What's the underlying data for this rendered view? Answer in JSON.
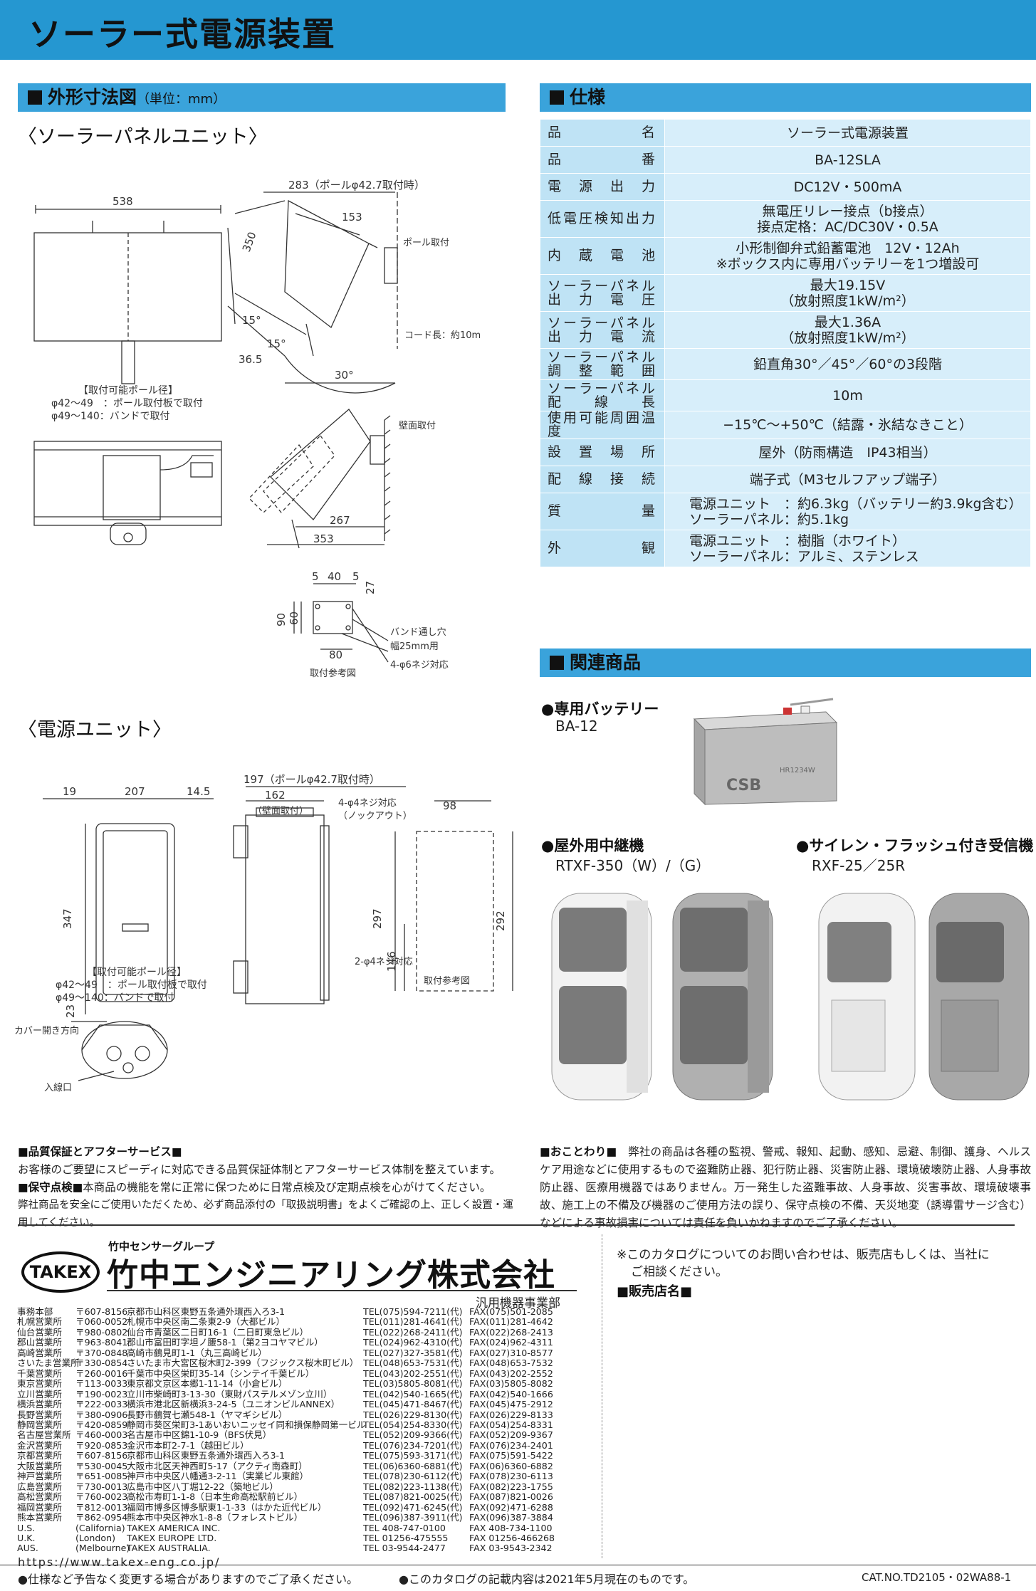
{
  "title": "ソーラー式電源装置",
  "dimensions_section": {
    "heading": "外形寸法図",
    "unit": "（単位：mm）",
    "solar_panel_heading": "〈ソーラーパネルユニット〉",
    "power_unit_heading": "〈電源ユニット〉",
    "solar_labels": {
      "w538": "538",
      "d283": "283（ポールφ42.7取付時）",
      "d153": "153",
      "d350": "350",
      "d15a": "15°",
      "d15b": "15°",
      "d365": "36.5",
      "d30": "30°",
      "pole_mount": "ポール取付",
      "cord": "コード長：約10m",
      "wall_mount": "壁面取付",
      "d267": "267",
      "d353": "353",
      "pole_heading": "【取付可能ポール径】",
      "pole_line1": "φ42～49　：ポール取付板で取付",
      "pole_line2": "φ49～140：バンドで取付",
      "b5a": "5",
      "b40": "40",
      "b5b": "5",
      "b27": "27",
      "b90": "90",
      "b60": "60",
      "b80": "80",
      "band_hole": "バンド通し穴",
      "band_width": "幅25mm用",
      "screw4": "4-φ6ネジ対応",
      "ref": "取付参考図"
    },
    "power_labels": {
      "d19": "19",
      "d207": "207",
      "d145": "14.5",
      "d347": "347",
      "d23": "23",
      "d197": "197（ポールφ42.7取付時）",
      "d162": "162",
      "wall": "（壁面取付）",
      "knock1": "4-φ4ネジ対応",
      "knock2": "（ノックアウト）",
      "d98": "98",
      "d297": "297",
      "d146": "146",
      "d292": "292",
      "screw2": "2-φ4ネジ対応",
      "ref": "取付参考図",
      "pole_heading": "【取付可能ポール径】",
      "pole_line1": "φ42～49　：ポール取付板で取付",
      "pole_line2": "φ49～140：バンドで取付",
      "cover": "カバー開き方向",
      "inlet": "入線口"
    }
  },
  "spec_section": {
    "heading": "仕様",
    "rows": [
      {
        "k": "品　　名",
        "v": [
          "ソーラー式電源装置"
        ]
      },
      {
        "k": "品　　番",
        "v": [
          "BA-12SLA"
        ]
      },
      {
        "k": "電源出力",
        "v": [
          "DC12V・500mA"
        ]
      },
      {
        "k": "低電圧検知出力",
        "v": [
          "無電圧リレー接点（b接点）",
          "接点定格：AC/DC30V・0.5A"
        ]
      },
      {
        "k": "内蔵電池",
        "v": [
          "小形制御弁式鉛蓄電池　12V・12Ah",
          "※ボックス内に専用バッテリーを1つ増設可"
        ]
      },
      {
        "k": "ソーラーパネル出力電圧",
        "v": [
          "最大19.15V",
          "（放射照度1kW/m²）"
        ]
      },
      {
        "k": "ソーラーパネル出力電流",
        "v": [
          "最大1.36A",
          "（放射照度1kW/m²）"
        ]
      },
      {
        "k": "ソーラーパネル調整範囲",
        "v": [
          "鉛直角30°／45°／60°の3段階"
        ]
      },
      {
        "k": "ソーラーパネル配線長",
        "v": [
          "10m"
        ]
      },
      {
        "k": "使用可能周囲温度",
        "v": [
          "−15℃～+50℃（結露・氷結なきこと）"
        ]
      },
      {
        "k": "設置場所",
        "v": [
          "屋外（防雨構造　IP43相当）"
        ]
      },
      {
        "k": "配線接続",
        "v": [
          "端子式（M3セルフアップ端子）"
        ]
      },
      {
        "k": "質　　量",
        "v": [
          "電源ユニット　：約6.3kg（バッテリー約3.9kg含む）",
          "ソーラーパネル：約5.1kg"
        ]
      },
      {
        "k": "外　　観",
        "v": [
          "電源ユニット　：樹脂（ホワイト）",
          "ソーラーパネル：アルミ、ステンレス"
        ]
      }
    ]
  },
  "related_section": {
    "heading": "関連商品",
    "battery_name": "●専用バッテリー",
    "battery_model": "BA-12",
    "battery_brand": "CSB",
    "battery_label": "HR1234W",
    "relay_name": "●屋外用中継機",
    "relay_model": "RTXF-350（W）/（G）",
    "siren_name": "●サイレン・フラッシュ付き受信機",
    "siren_model": "RXF-25／25R"
  },
  "notes": {
    "qa_title": "■品質保証とアフターサービス■",
    "qa_text": "お客様のご要望にスピーディに対応できる品質保証体制とアフターサービス体制を整えています。",
    "check_title": "■保守点検■",
    "check_text1": "本商品の機能を常に正常に保つために日常点検及び定期点検を心がけてください。",
    "check_text2": "弊社商品を安全にご使用いただくため、必ず商品添付の「取扱説明書」をよくご確認の上、正しく設置・運用してください。",
    "disclaimer_title": "■おことわり■",
    "disclaimer_text": "弊社の商品は各種の監視、警戒、報知、起動、感知、忌避、制御、護身、ヘルスケア用途などに使用するもので盗難防止器、犯行防止器、災害防止器、環境破壊防止器、人身事故防止器、医療用機器ではありません。万一発生した盗難事故、人身事故、災害事故、環境破壊事故、施工上の不備及び機器のご使用方法の誤り、保守点検の不備、天災地変（誘導雷サージ含む）などによる事故損害については責任を負いかねますのでご了承ください。"
  },
  "company": {
    "group": "竹中センサーグループ",
    "logo": "TAKEX",
    "name": "竹中エンジニアリング株式会社",
    "division": "汎用機器事業部",
    "inquiry_line1": "※このカタログについてのお問い合わせは、販売店もしくは、当社に",
    "inquiry_line2": "ご相談ください。",
    "dealer": "■販売店名■",
    "url": "https://www.takex-eng.co.jp/",
    "branches": [
      [
        "事務本部",
        "〒607-8156",
        "京都市山科区東野五条通外環西入ろ3-1",
        "TEL(075)594-7211(代)",
        "FAX(075)501-2085"
      ],
      [
        "札幌営業所",
        "〒060-0052",
        "札幌市中央区南二条東2-9（大都ビル）",
        "TEL(011)281-4641(代)",
        "FAX(011)281-4642"
      ],
      [
        "仙台営業所",
        "〒980-0802",
        "仙台市青葉区二日町16-1（二日町東急ビル）",
        "TEL(022)268-2411(代)",
        "FAX(022)268-2413"
      ],
      [
        "郡山営業所",
        "〒963-8041",
        "郡山市富田町字坦ノ腰58-1（第2ヨコヤマビル）",
        "TEL(024)962-4310(代)",
        "FAX(024)962-4311"
      ],
      [
        "高崎営業所",
        "〒370-0848",
        "高崎市鶴見町1-1（丸三高崎ビル）",
        "TEL(027)327-3581(代)",
        "FAX(027)310-8577"
      ],
      [
        "さいたま営業所",
        "〒330-0854",
        "さいたま市大宮区桜木町2-399（フジックス桜木町ビル）",
        "TEL(048)653-7531(代)",
        "FAX(048)653-7532"
      ],
      [
        "千葉営業所",
        "〒260-0016",
        "千葉市中央区栄町35-14（シンテイ千葉ビル）",
        "TEL(043)202-2551(代)",
        "FAX(043)202-2552"
      ],
      [
        "東京営業所",
        "〒113-0033",
        "東京都文京区本郷1-11-14（小倉ビル）",
        "TEL(03)5805-8081(代)",
        "FAX(03)5805-8082"
      ],
      [
        "立川営業所",
        "〒190-0023",
        "立川市柴崎町3-13-30（東財パステルメゾン立川）",
        "TEL(042)540-1665(代)",
        "FAX(042)540-1666"
      ],
      [
        "横浜営業所",
        "〒222-0033",
        "横浜市港北区新横浜3-24-5（ユニオンビルANNEX）",
        "TEL(045)471-8467(代)",
        "FAX(045)475-2912"
      ],
      [
        "長野営業所",
        "〒380-0906",
        "長野市鶴賀七瀬548-1（ヤマギシビル）",
        "TEL(026)229-8130(代)",
        "FAX(026)229-8133"
      ],
      [
        "静岡営業所",
        "〒420-0859",
        "静岡市葵区栄町3-1あいおいニッセイ同和損保静岡第一ビル",
        "TEL(054)254-8330(代)",
        "FAX(054)254-8331"
      ],
      [
        "名古屋営業所",
        "〒460-0003",
        "名古屋市中区錦1-10-9（BFS伏見）",
        "TEL(052)209-9366(代)",
        "FAX(052)209-9367"
      ],
      [
        "金沢営業所",
        "〒920-0853",
        "金沢市本町2-7-1（越田ビル）",
        "TEL(076)234-7201(代)",
        "FAX(076)234-2401"
      ],
      [
        "京都営業所",
        "〒607-8156",
        "京都市山科区東野五条通外環西入ろ3-1",
        "TEL(075)593-3171(代)",
        "FAX(075)591-5422"
      ],
      [
        "大阪営業所",
        "〒530-0045",
        "大阪市北区天神西町5-17（アクティ南森町）",
        "TEL(06)6360-6881(代)",
        "FAX(06)6360-6882"
      ],
      [
        "神戸営業所",
        "〒651-0085",
        "神戸市中央区八幡通3-2-11（実業ビル東館）",
        "TEL(078)230-6112(代)",
        "FAX(078)230-6113"
      ],
      [
        "広島営業所",
        "〒730-0013",
        "広島市中区八丁堀12-22（築地ビル）",
        "TEL(082)223-1138(代)",
        "FAX(082)223-1755"
      ],
      [
        "高松営業所",
        "〒760-0023",
        "高松市寿町1-1-8（日本生命高松駅前ビル）",
        "TEL(087)821-0025(代)",
        "FAX(087)821-0026"
      ],
      [
        "福岡営業所",
        "〒812-0013",
        "福岡市博多区博多駅東1-1-33（はかた近代ビル）",
        "TEL(092)471-6245(代)",
        "FAX(092)471-6288"
      ],
      [
        "熊本営業所",
        "〒862-0954",
        "熊本市中央区神水1-8-8（フォレストビル）",
        "TEL(096)387-3911(代)",
        "FAX(096)387-3884"
      ],
      [
        "U.S.",
        "(California)",
        "TAKEX AMERICA INC.",
        "TEL 408-747-0100",
        "FAX 408-734-1100"
      ],
      [
        "U.K.",
        "(London)",
        "TAKEX EUROPE LTD.",
        "TEL 01256-475555",
        "FAX 01256-466268"
      ],
      [
        "AUS.",
        "(Melbourne)",
        "TAKEX AUSTRALIA.",
        "TEL 03-9544-2477",
        "FAX 03-9543-2342"
      ]
    ]
  },
  "footer": {
    "left": "●仕様など予告なく変更する場合がありますのでご了承ください。",
    "mid": "●このカタログの記載内容は2021年5月現在のものです。",
    "right": "CAT.NO.TD2105・02WA88-1"
  }
}
